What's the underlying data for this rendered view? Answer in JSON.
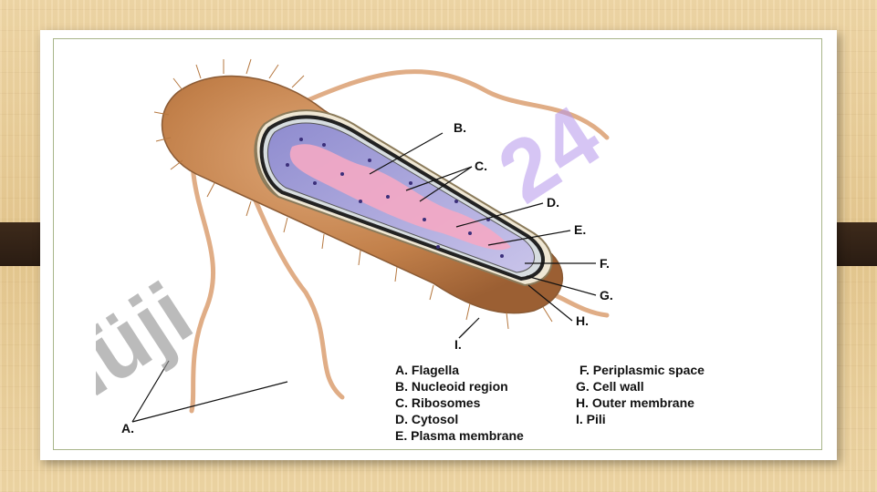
{
  "labels": {
    "A": "A.",
    "B": "B.",
    "C": "C.",
    "D": "D.",
    "E": "E.",
    "F": "F.",
    "G": "G.",
    "H": "H.",
    "I": "I."
  },
  "legend": {
    "col1": [
      "A. Flagella",
      "B. Nucleoid region",
      "C. Ribosomes",
      "D. Cytosol",
      "E. Plasma membrane"
    ],
    "col2": [
      "F. Periplasmic space",
      "G. Cell wall",
      "H. Outer membrane",
      "I. Pili"
    ]
  },
  "watermark": {
    "left_part": "Hüji",
    "right_part": "24"
  },
  "colors": {
    "body": "#c98a55",
    "cytoplasm": "#b9b4e0",
    "nucleoid": "#f2a7c0",
    "flagella": "#e5b48e",
    "outline": "#1a1a1a"
  }
}
